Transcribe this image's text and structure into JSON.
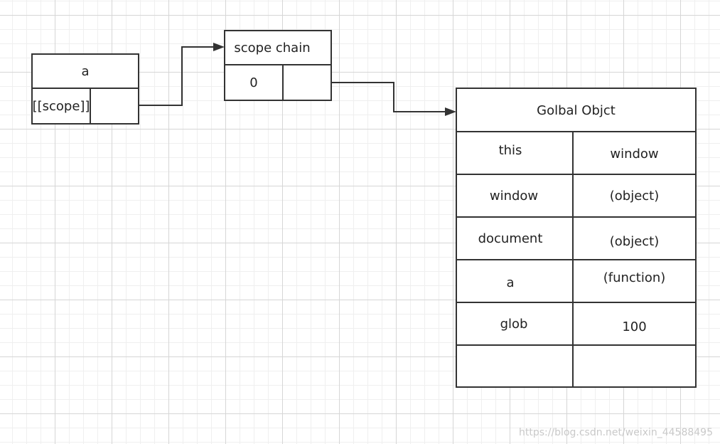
{
  "function_a": {
    "title": "a",
    "scope_label": "[[scope]]"
  },
  "scope_chain": {
    "title": "scope chain",
    "index": "0"
  },
  "global_object": {
    "title": "Golbal Objct",
    "rows": [
      {
        "key": "this",
        "value": "window"
      },
      {
        "key": "window",
        "value": "(object)"
      },
      {
        "key": "document",
        "value": "(object)"
      },
      {
        "key": "a",
        "value": "(function)"
      },
      {
        "key": "glob",
        "value": "100"
      },
      {
        "key": "",
        "value": ""
      }
    ]
  },
  "watermark": "https://blog.csdn.net/weixin_44588495"
}
